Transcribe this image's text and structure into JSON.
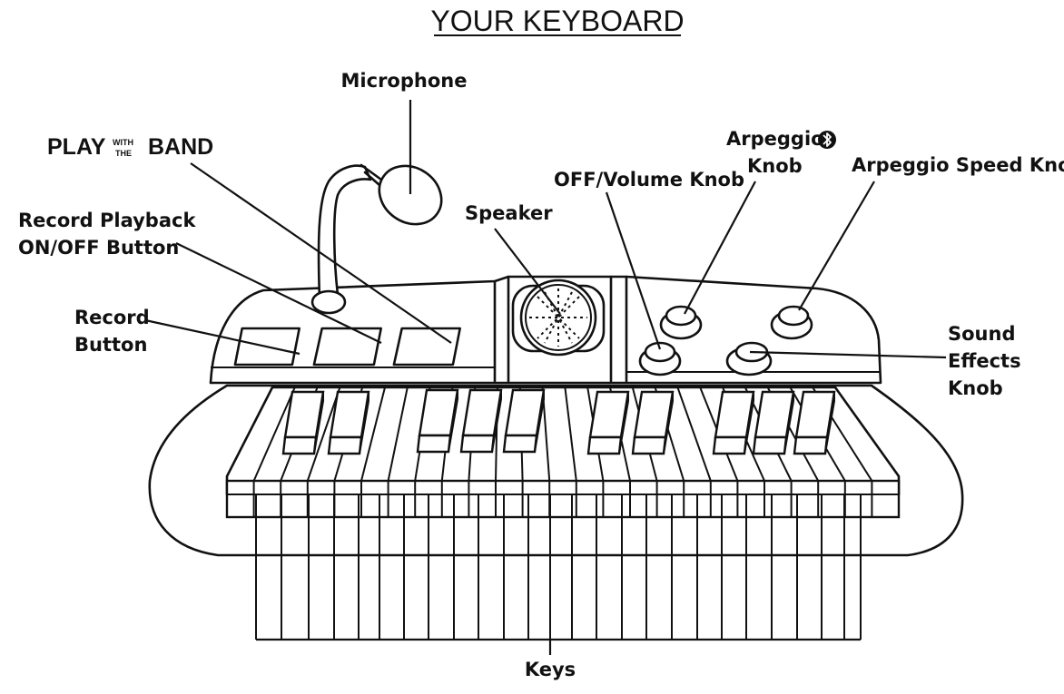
{
  "title": "YOUR KEYBOARD",
  "labels": {
    "microphone": "Microphone",
    "play_with_band_play": "PLAY",
    "play_with_band_with": "WITH",
    "play_with_band_the": "THE",
    "play_with_band_band": "BAND",
    "record_playback_line1": "Record Playback",
    "record_playback_line2": "ON/OFF Button",
    "record_button_line1": "Record",
    "record_button_line2": "Button",
    "speaker": "Speaker",
    "off_volume_knob": "OFF/Volume Knob",
    "arpeggio_bt_line1": "Arpeggio/",
    "arpeggio_bt_line2": "Knob",
    "arpeggio_speed_knob": "Arpeggio Speed Knob",
    "sound_effects_line1": "Sound",
    "sound_effects_line2": "Effects",
    "sound_effects_line3": "Knob",
    "keys": "Keys"
  },
  "icons": {
    "bluetooth": "bluetooth-icon"
  }
}
